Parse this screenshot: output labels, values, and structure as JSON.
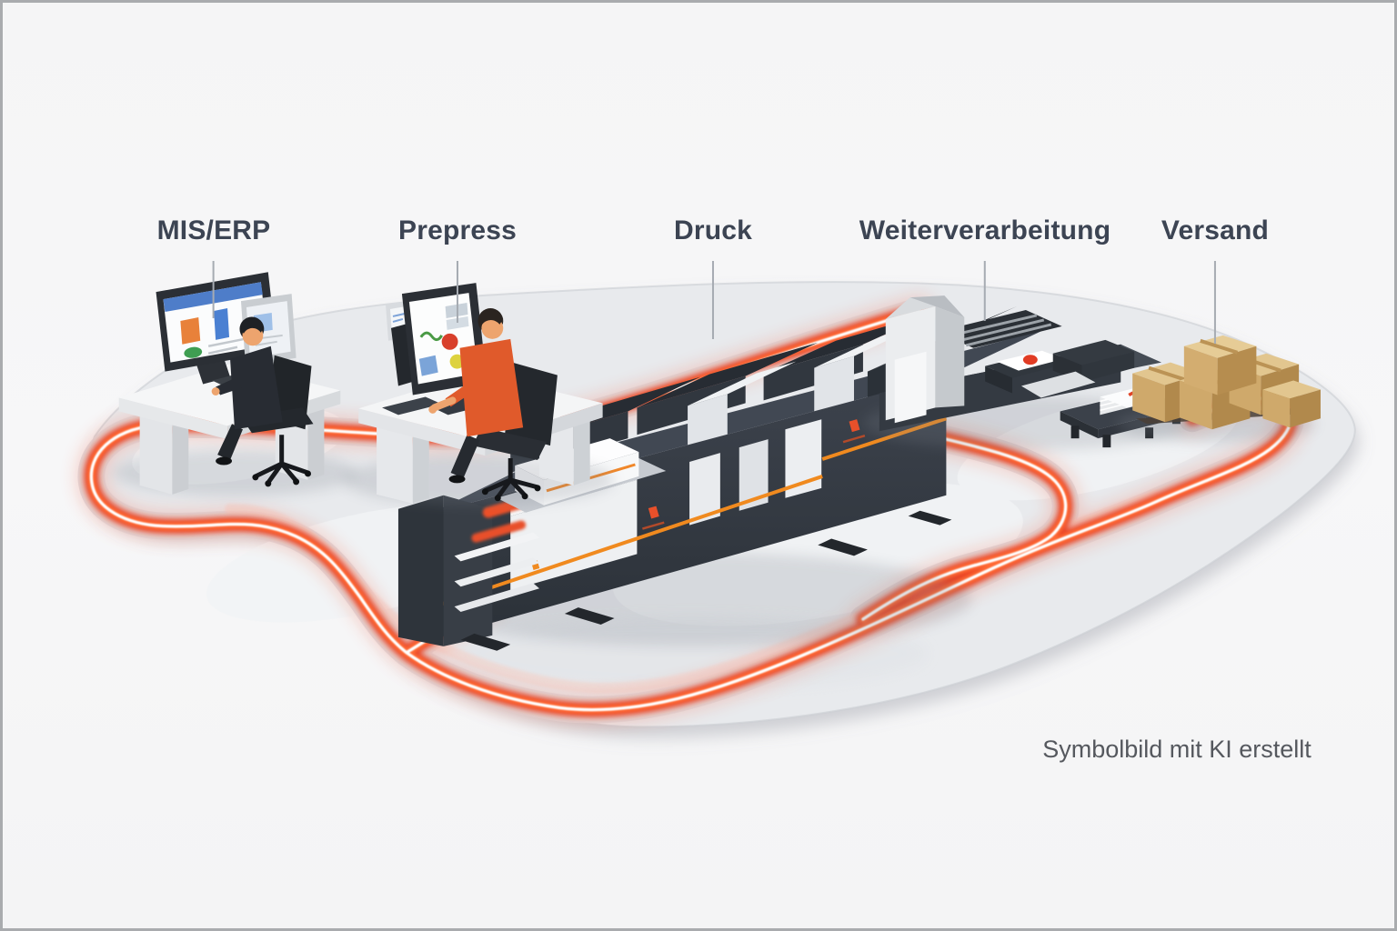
{
  "stations": [
    {
      "id": "mis-erp",
      "label": "MIS/ERP"
    },
    {
      "id": "prepress",
      "label": "Prepress"
    },
    {
      "id": "druck",
      "label": "Druck"
    },
    {
      "id": "weiterverarbeitung",
      "label": "Weiterverarbeitung"
    },
    {
      "id": "versand",
      "label": "Versand"
    }
  ],
  "caption": "Symbolbild mit KI erstellt",
  "colors": {
    "glow_red": "#e93c1e",
    "glow_hot": "#ff6b35",
    "glow_core": "#ffffff",
    "accent_orange": "#f08a1f",
    "machine_charcoal": "#343a42",
    "panel_white": "#eef0f2",
    "floor": "#e8eaed",
    "box_kraft": "#cfa96b",
    "label_text": "#3c4453",
    "caption_text": "#55585e"
  }
}
